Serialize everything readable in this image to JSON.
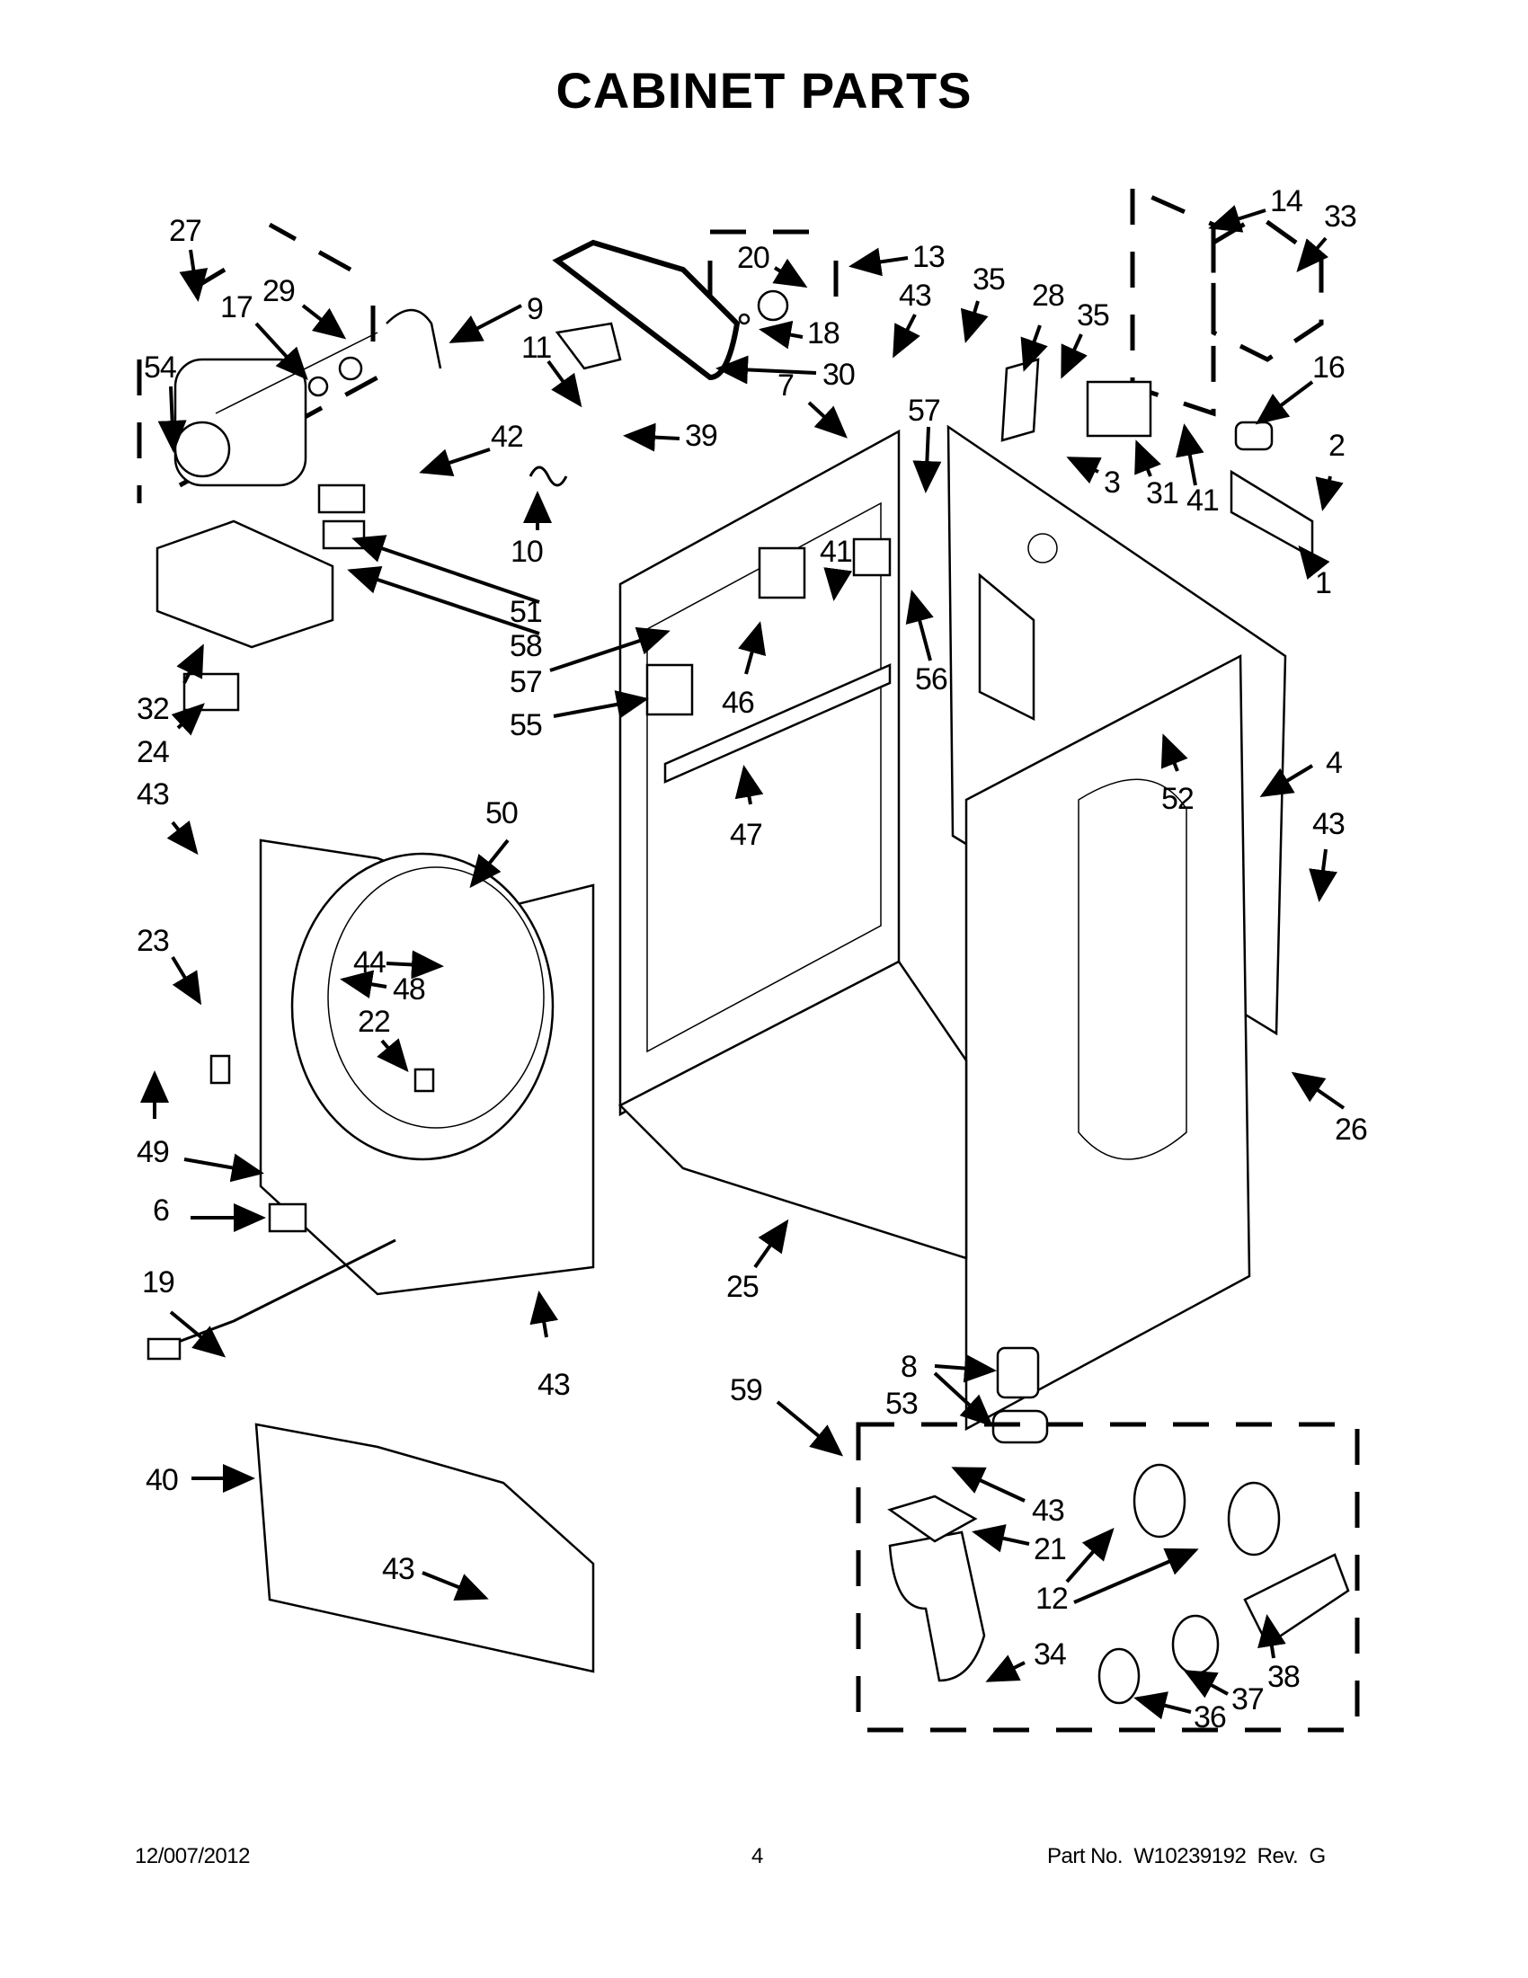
{
  "page": {
    "title": "CABINET PARTS",
    "footer": {
      "date": "12/007/2012",
      "page_number": "4",
      "part_number": "Part No.  W10239192  Rev.  G"
    }
  },
  "diagram": {
    "callouts": [
      {
        "id": "27",
        "label": "27"
      },
      {
        "id": "29",
        "label": "29"
      },
      {
        "id": "17",
        "label": "17"
      },
      {
        "id": "54",
        "label": "54"
      },
      {
        "id": "9",
        "label": "9"
      },
      {
        "id": "11",
        "label": "11"
      },
      {
        "id": "42",
        "label": "42"
      },
      {
        "id": "10",
        "label": "10"
      },
      {
        "id": "39",
        "label": "39"
      },
      {
        "id": "20",
        "label": "20"
      },
      {
        "id": "18",
        "label": "18"
      },
      {
        "id": "13",
        "label": "13"
      },
      {
        "id": "30",
        "label": "30"
      },
      {
        "id": "43a",
        "label": "43"
      },
      {
        "id": "35a",
        "label": "35"
      },
      {
        "id": "28",
        "label": "28"
      },
      {
        "id": "35b",
        "label": "35"
      },
      {
        "id": "14",
        "label": "14"
      },
      {
        "id": "33",
        "label": "33"
      },
      {
        "id": "16",
        "label": "16"
      },
      {
        "id": "2",
        "label": "2"
      },
      {
        "id": "1",
        "label": "1"
      },
      {
        "id": "3",
        "label": "3"
      },
      {
        "id": "31",
        "label": "31"
      },
      {
        "id": "41a",
        "label": "41"
      },
      {
        "id": "7",
        "label": "7"
      },
      {
        "id": "57a",
        "label": "57"
      },
      {
        "id": "41b",
        "label": "41"
      },
      {
        "id": "56",
        "label": "56"
      },
      {
        "id": "46",
        "label": "46"
      },
      {
        "id": "51",
        "label": "51"
      },
      {
        "id": "58",
        "label": "58"
      },
      {
        "id": "57b",
        "label": "57"
      },
      {
        "id": "55",
        "label": "55"
      },
      {
        "id": "32",
        "label": "32"
      },
      {
        "id": "24",
        "label": "24"
      },
      {
        "id": "47",
        "label": "47"
      },
      {
        "id": "52",
        "label": "52"
      },
      {
        "id": "4",
        "label": "4"
      },
      {
        "id": "43b",
        "label": "43"
      },
      {
        "id": "50",
        "label": "50"
      },
      {
        "id": "43c",
        "label": "43"
      },
      {
        "id": "23",
        "label": "23"
      },
      {
        "id": "44",
        "label": "44"
      },
      {
        "id": "48",
        "label": "48"
      },
      {
        "id": "22",
        "label": "22"
      },
      {
        "id": "49",
        "label": "49"
      },
      {
        "id": "6",
        "label": "6"
      },
      {
        "id": "19",
        "label": "19"
      },
      {
        "id": "26",
        "label": "26"
      },
      {
        "id": "25",
        "label": "25"
      },
      {
        "id": "8",
        "label": "8"
      },
      {
        "id": "53",
        "label": "53"
      },
      {
        "id": "43d",
        "label": "43"
      },
      {
        "id": "59",
        "label": "59"
      },
      {
        "id": "40",
        "label": "40"
      },
      {
        "id": "43e",
        "label": "43"
      },
      {
        "id": "43f",
        "label": "43"
      },
      {
        "id": "21",
        "label": "21"
      },
      {
        "id": "12",
        "label": "12"
      },
      {
        "id": "34",
        "label": "34"
      },
      {
        "id": "38",
        "label": "38"
      },
      {
        "id": "37",
        "label": "37"
      },
      {
        "id": "36",
        "label": "36"
      }
    ]
  }
}
